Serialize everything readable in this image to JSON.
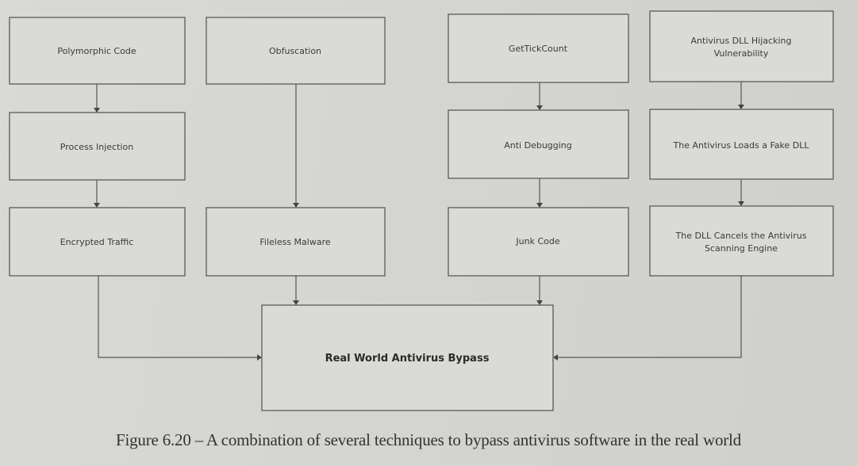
{
  "diagram": {
    "nodes": {
      "polymorphic_code": [
        "Polymorphic Code"
      ],
      "process_injection": [
        "Process Injection"
      ],
      "encrypted_traffic": [
        "Encrypted Traffic"
      ],
      "obfuscation": [
        "Obfuscation"
      ],
      "fileless_malware": [
        "Fileless Malware"
      ],
      "gettickcount": [
        "GetTickCount"
      ],
      "anti_debugging": [
        "Anti Debugging"
      ],
      "junk_code": [
        "Junk Code"
      ],
      "dll_hijacking": [
        "Antivirus DLL Hijacking",
        "Vulnerability"
      ],
      "fake_dll": [
        "The Antivirus Loads a Fake DLL"
      ],
      "dll_cancels": [
        "The DLL Cancels the Antivirus",
        "Scanning Engine"
      ],
      "bypass": [
        "Real World Antivirus Bypass"
      ]
    },
    "edges": [
      [
        "polymorphic_code",
        "process_injection"
      ],
      [
        "process_injection",
        "encrypted_traffic"
      ],
      [
        "encrypted_traffic",
        "bypass"
      ],
      [
        "obfuscation",
        "fileless_malware"
      ],
      [
        "fileless_malware",
        "bypass"
      ],
      [
        "gettickcount",
        "anti_debugging"
      ],
      [
        "anti_debugging",
        "junk_code"
      ],
      [
        "junk_code",
        "bypass"
      ],
      [
        "dll_hijacking",
        "fake_dll"
      ],
      [
        "fake_dll",
        "dll_cancels"
      ],
      [
        "dll_cancels",
        "bypass"
      ]
    ]
  },
  "caption": "Figure 6.20 – A combination of several techniques to bypass antivirus software in the real world"
}
